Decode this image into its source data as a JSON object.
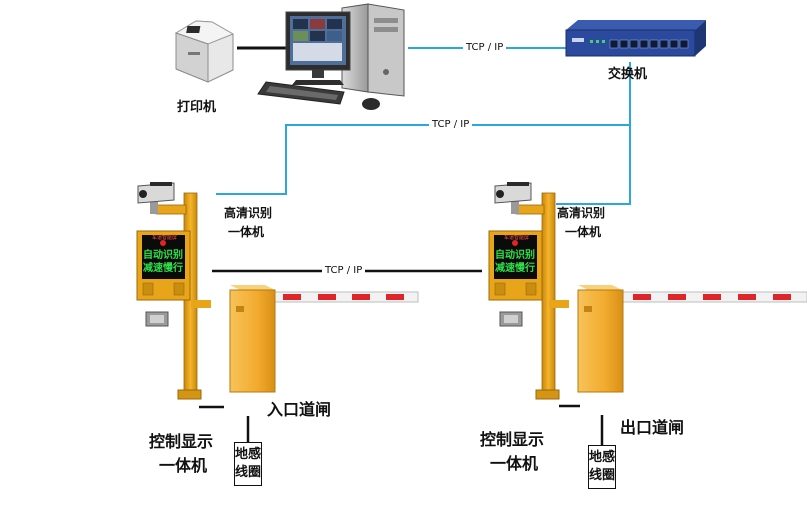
{
  "labels": {
    "printer": "打印机",
    "switch": "交换机",
    "tcp_ip": "TCP / IP",
    "hd_camera_line1": "高清识别",
    "hd_camera_line2": "一体机",
    "entrance_gate": "入口道闸",
    "exit_gate": "出口道闸",
    "control_display_line1": "控制显示",
    "control_display_line2": "一体机",
    "ground_loop": "地感线圈"
  },
  "display_panel": {
    "header": "车道智能屏",
    "line1": "自动识别",
    "line2": "减速慢行"
  },
  "colors": {
    "network_line": "#2aa7e0",
    "wire": "#111111",
    "pole": "#e9a519",
    "gate_body": "#f2b03a",
    "boom_red": "#e0252a",
    "switch_blue": "#2b4a9e"
  }
}
